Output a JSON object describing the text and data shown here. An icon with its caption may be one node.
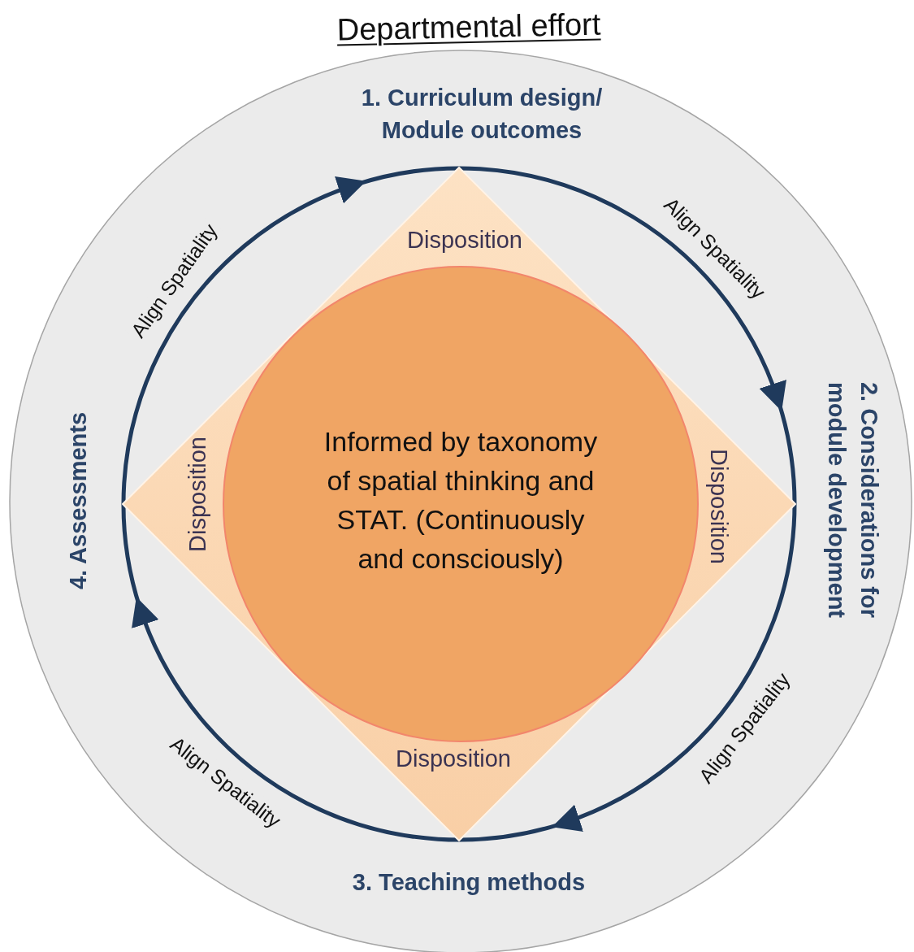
{
  "diagram": {
    "title": "Departmental effort",
    "nodes": [
      {
        "text": [
          "1. Curriculum design/ Module outcomes"
        ]
      },
      {
        "text": [
          "2. Considerations for module development"
        ]
      },
      {
        "text": [
          "3. Teaching methods"
        ]
      },
      {
        "text": [
          "4. Assessments"
        ]
      },
      {
        "text": [
          "Disposition",
          "Disposition",
          "Disposition",
          "Disposition"
        ]
      },
      {
        "text": [
          "Informed by taxonomy of spatial thinking and STAT. (Continuously and consciously)"
        ],
        "in": 4
      }
    ],
    "edges": [
      {
        "from": 0,
        "to": 1,
        "arrow": "to",
        "label": "Align Spatiality"
      },
      {
        "from": 1,
        "to": 2,
        "arrow": "to",
        "label": "Align Spatiality"
      },
      {
        "from": 2,
        "to": 3,
        "arrow": "to",
        "label": "Align Spatiality"
      },
      {
        "from": 3,
        "to": 0,
        "arrow": "to",
        "label": "Align Spatiality"
      }
    ]
  }
}
